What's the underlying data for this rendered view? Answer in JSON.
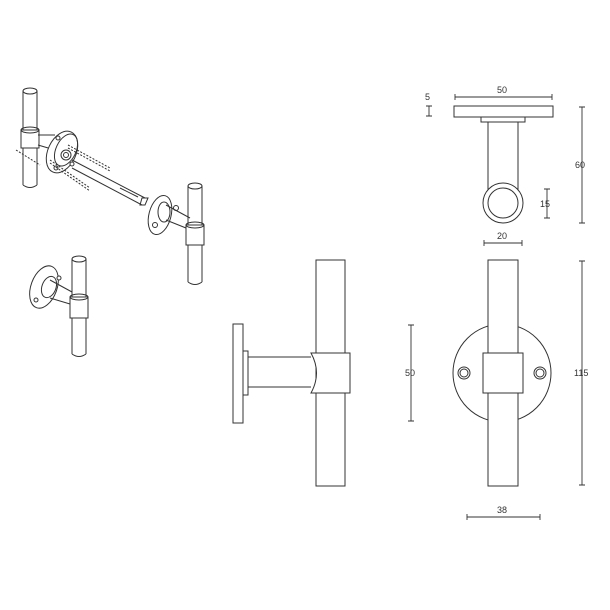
{
  "drawing": {
    "subject": "T-bar door handle set",
    "line_color": "#333333",
    "background": "#ffffff"
  },
  "top_view": {
    "dimensions": {
      "rose_width": "50",
      "rose_thickness": "5",
      "total_depth": "60",
      "grip_diameter_inner": "15",
      "grip_diameter": "20"
    }
  },
  "front_view": {
    "dimensions": {
      "rose_diameter": "50",
      "handle_length": "115",
      "rose_width": "38"
    }
  },
  "views": [
    "isometric-exploded",
    "isometric-single",
    "side-view",
    "front-view",
    "top-view"
  ]
}
